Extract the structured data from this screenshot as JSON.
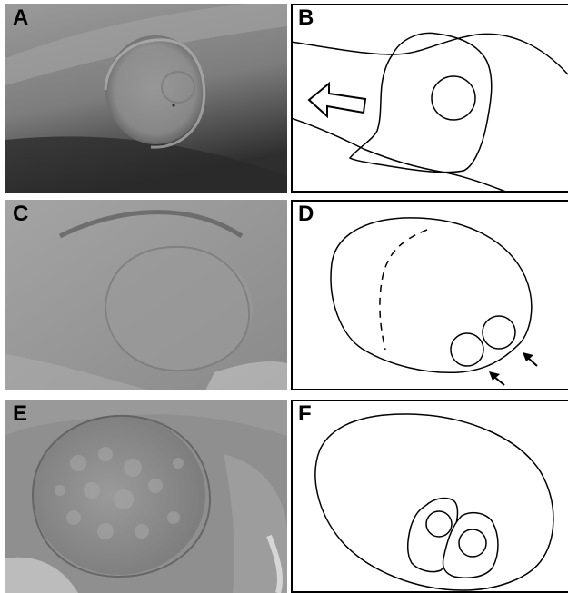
{
  "figure": {
    "panels": [
      {
        "label": "A",
        "kind": "micrograph"
      },
      {
        "label": "B",
        "kind": "line-drawing"
      },
      {
        "label": "C",
        "kind": "micrograph"
      },
      {
        "label": "D",
        "kind": "line-drawing"
      },
      {
        "label": "E",
        "kind": "micrograph"
      },
      {
        "label": "F",
        "kind": "line-drawing"
      }
    ]
  },
  "colors": {
    "background": "#ffffff",
    "stroke": "#000000",
    "micrograph_base": "#8c8c8c"
  }
}
